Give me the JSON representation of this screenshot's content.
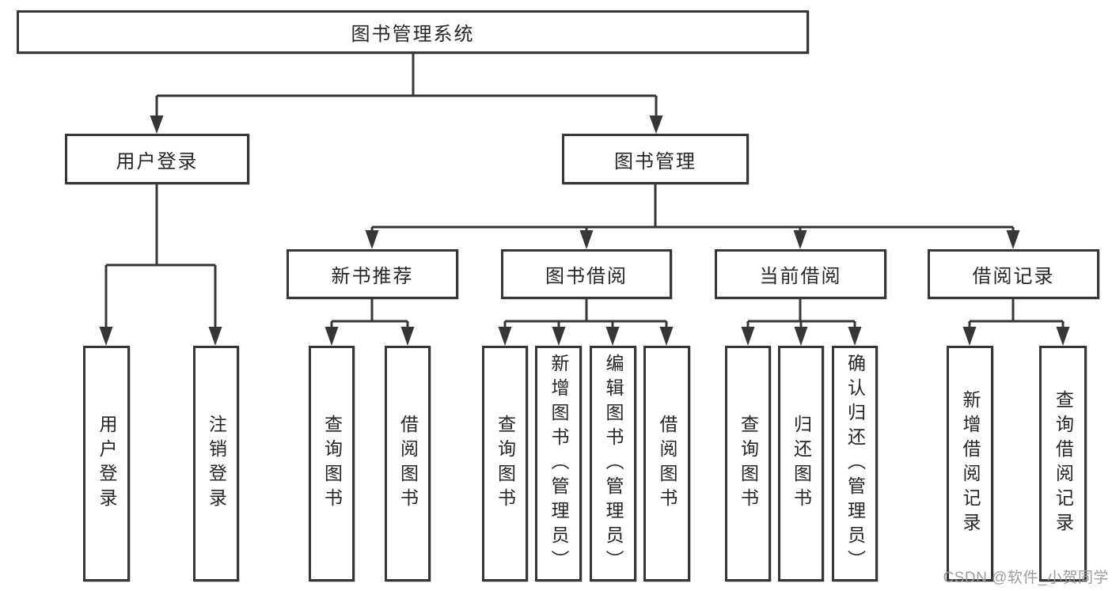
{
  "diagram": {
    "title_node": {
      "label": "图书管理系统"
    },
    "level2": [
      {
        "id": "user-login",
        "label": "用户登录"
      },
      {
        "id": "book-management",
        "label": "图书管理"
      }
    ],
    "level3": [
      {
        "id": "new-book-recommend",
        "label": "新书推荐",
        "parent": "图书管理"
      },
      {
        "id": "book-borrow",
        "label": "图书借阅",
        "parent": "图书管理"
      },
      {
        "id": "current-borrow",
        "label": "当前借阅",
        "parent": "图书管理"
      },
      {
        "id": "borrow-records",
        "label": "借阅记录",
        "parent": "图书管理"
      }
    ],
    "leaves": [
      {
        "id": "user-login-leaf",
        "label": "用户登录",
        "parent": "用户登录"
      },
      {
        "id": "logout",
        "label": "注销登录",
        "parent": "用户登录"
      },
      {
        "id": "query-books-recommend",
        "label": "查询图书",
        "parent": "新书推荐"
      },
      {
        "id": "borrow-books-recommend",
        "label": "借阅图书",
        "parent": "新书推荐"
      },
      {
        "id": "query-books-borrow",
        "label": "查询图书",
        "parent": "图书借阅"
      },
      {
        "id": "add-book-admin",
        "label": "新增图书（管理员）",
        "parent": "图书借阅"
      },
      {
        "id": "edit-book-admin",
        "label": "编辑图书（管理员）",
        "parent": "图书借阅"
      },
      {
        "id": "borrow-books-borrow",
        "label": "借阅图书",
        "parent": "图书借阅"
      },
      {
        "id": "query-books-current",
        "label": "查询图书",
        "parent": "当前借阅"
      },
      {
        "id": "return-book",
        "label": "归还图书",
        "parent": "当前借阅"
      },
      {
        "id": "confirm-return-admin",
        "label": "确认归还（管理员）",
        "parent": "当前借阅"
      },
      {
        "id": "add-borrow-record",
        "label": "新增借阅记录",
        "parent": "借阅记录"
      },
      {
        "id": "query-borrow-record",
        "label": "查询借阅记录",
        "parent": "借阅记录"
      }
    ],
    "watermark": "CSDN @软件_小贺同学",
    "colors": {
      "line": "#363636",
      "text": "#262626",
      "watermark": "#9c9c9c",
      "background": "#ffffff"
    }
  }
}
